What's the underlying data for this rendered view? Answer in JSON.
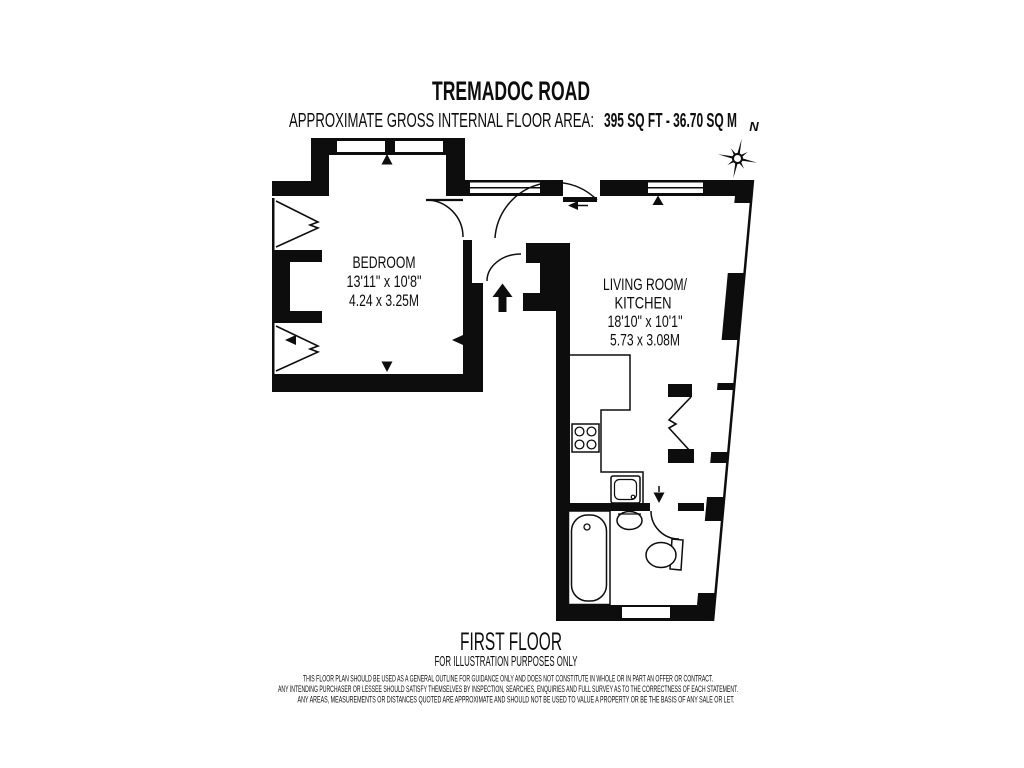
{
  "header": {
    "title": "TREMADOC ROAD",
    "area_label": "APPROXIMATE GROSS INTERNAL FLOOR AREA:",
    "area_value": "395 SQ FT  -  36.70 SQ M"
  },
  "compass": {
    "north_label": "N"
  },
  "rooms": {
    "bedroom": {
      "name": "BEDROOM",
      "dimensions_imperial": "13'11\" x 10'8\"",
      "dimensions_metric": "4.24 x 3.25M"
    },
    "living_room": {
      "name_line1": "LIVING ROOM/",
      "name_line2": "KITCHEN",
      "dimensions_imperial": "18'10\" x 10'1\"",
      "dimensions_metric": "5.73 x 3.08M"
    }
  },
  "footer": {
    "floor_label": "FIRST FLOOR",
    "illustration_note": "FOR ILLUSTRATION PURPOSES ONLY",
    "disclaimer_line1": "THIS FLOOR PLAN SHOULD BE USED AS A GENERAL OUTLINE FOR GUIDANCE ONLY AND DOES NOT CONSTITUTE IN WHOLE OR IN PART AN OFFER OR CONTRACT.",
    "disclaimer_line2": "ANY INTENDING PURCHASER OR LESSEE SHOULD SATISFY THEMSELVES BY INSPECTION, SEARCHES, ENQUIRIES AND FULL SURVEY AS TO THE CORRECTNESS OF EACH STATEMENT.",
    "disclaimer_line3": "ANY AREAS, MEASUREMENTS OR DISTANCES QUOTED ARE APPROXIMATE AND SHOULD NOT BE USED TO VALUE A PROPERTY OR BE THE BASIS OF ANY SALE OR LET."
  },
  "icons": {
    "compass": "compass-rose",
    "stairs": "stairs-up-arrow"
  },
  "colors": {
    "wall": "#0d0d0d",
    "background": "#ffffff"
  }
}
